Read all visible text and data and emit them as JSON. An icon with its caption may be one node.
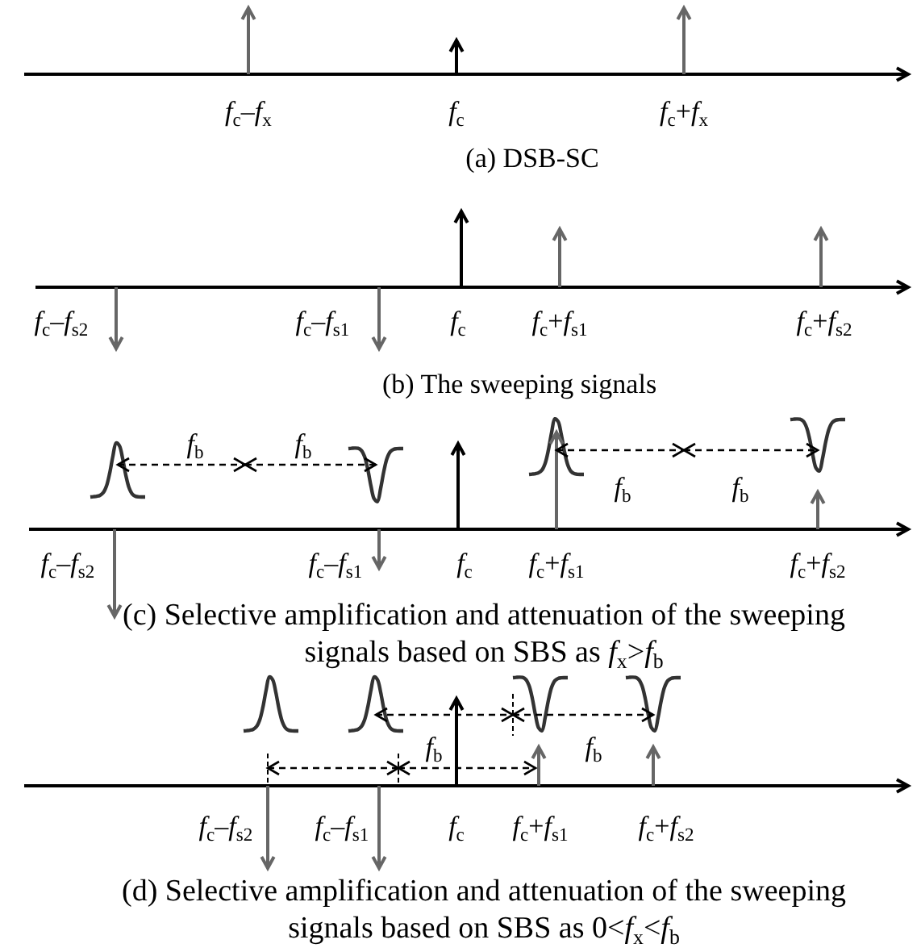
{
  "diagram": {
    "labels": [
      "*f*$_{c}$–*f*$_{x}$",
      "*f*$_{c}$",
      "*f*$_{c}$+*f*$_{x}$",
      "(a) DSB-SC",
      "*f*$_{c}$–*f*$_{s2}$",
      "*f*$_{c}$–*f*$_{s1}$",
      "*f*$_{c}$",
      "*f*$_{c}$+*f*$_{s1}$",
      "*f*$_{c}$+*f*$_{s2}$",
      "(b) The sweeping signals",
      "*f*$_{b}$",
      "*f*$_{b}$",
      "*f*$_{b}$",
      "*f*$_{b}$",
      "*f*$_{c}$–*f*$_{s2}$",
      "*f*$_{c}$–*f*$_{s1}$",
      "*f*$_{c}$",
      "*f*$_{c}$+*f*$_{s1}$",
      "*f*$_{c}$+*f*$_{s2}$",
      "(c) Selective amplification and attenuation of the sweeping signals based on SBS as *f*$_{x}$>*f*$_{b}$",
      "*f*$_{b}$",
      "*f*$_{b}$",
      "*f*$_{c}$–*f*$_{s2}$",
      "*f*$_{c}$–*f*$_{s1}$",
      "*f*$_{c}$",
      "*f*$_{c}$+*f*$_{s1}$",
      "*f*$_{c}$+*f*$_{s2}$",
      "(d) Selective amplification and attenuation of the sweeping signals based on SBS as 0<*f*$_{x}$<*f*$_{b}$"
    ]
  }
}
